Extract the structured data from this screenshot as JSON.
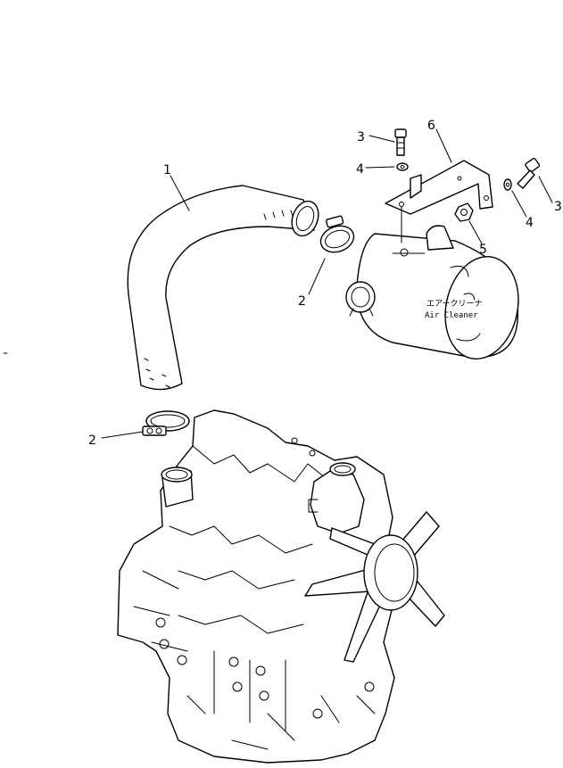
{
  "air_cleaner": {
    "label_jp": "エアークリーナ",
    "label_en": "Air Cleaner"
  },
  "callouts": [
    {
      "id": "c1",
      "number": "1"
    },
    {
      "id": "c2a",
      "number": "2"
    },
    {
      "id": "c2b",
      "number": "2"
    },
    {
      "id": "c3a",
      "number": "3"
    },
    {
      "id": "c3b",
      "number": "3"
    },
    {
      "id": "c4a",
      "number": "4"
    },
    {
      "id": "c4b",
      "number": "4"
    },
    {
      "id": "c5",
      "number": "5"
    },
    {
      "id": "c6",
      "number": "6"
    }
  ]
}
